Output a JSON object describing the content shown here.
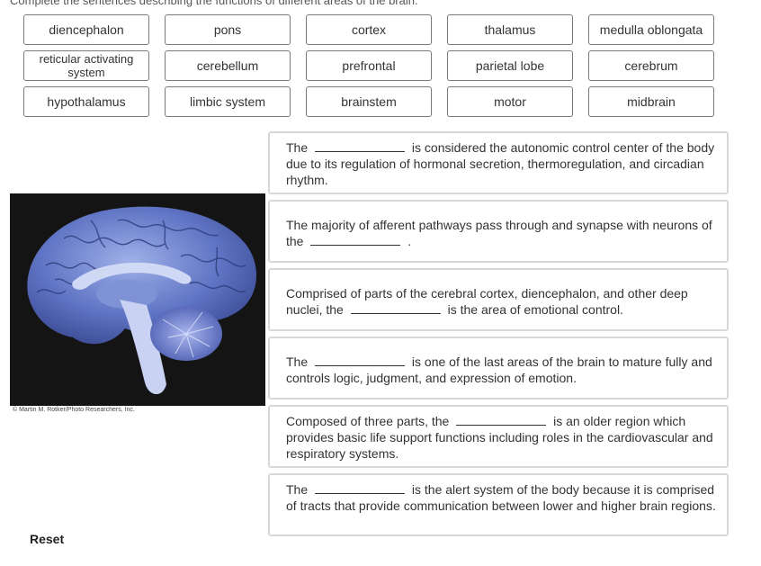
{
  "instructions": "Complete the sentences describing the functions of different areas of the brain.",
  "terms": [
    "diencephalon",
    "pons",
    "cortex",
    "thalamus",
    "medulla oblongata",
    "reticular activating system",
    "cerebellum",
    "prefrontal",
    "parietal lobe",
    "cerebrum",
    "hypothalamus",
    "limbic system",
    "brainstem",
    "motor",
    "midbrain"
  ],
  "image_credit": "© Martin M. Rotker/Photo Researchers, Inc.",
  "sentences": [
    {
      "before": "The",
      "after": "is considered the autonomic control center of the body due to its regulation of hormonal secretion, thermoregulation, and circadian rhythm."
    },
    {
      "before": "The majority of afferent pathways pass through and synapse with neurons of the",
      "after": "."
    },
    {
      "before": "Comprised of parts of the cerebral cortex, diencephalon, and other deep nuclei, the",
      "after": "is the area of emotional control."
    },
    {
      "before": "The",
      "after": "is one of the last areas of the brain to mature fully and controls logic, judgment, and expression of emotion."
    },
    {
      "before": "Composed of three parts, the",
      "after": "is an older region which provides basic life support functions including roles in the cardiovascular and respiratory systems."
    },
    {
      "before": "The",
      "after": "is the alert system of the body because it is comprised of tracts that provide communication between lower and higher brain regions."
    }
  ],
  "reset_label": "Reset"
}
